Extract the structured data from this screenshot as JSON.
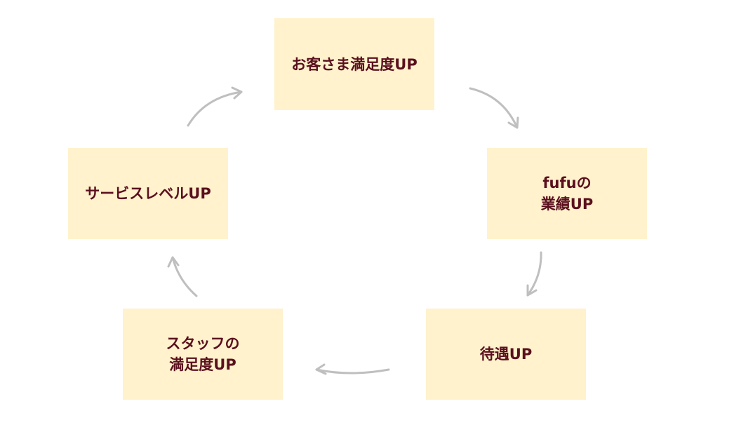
{
  "cycle": {
    "nodes": [
      {
        "id": "customer",
        "lines": [
          "お客さま満足度UP"
        ]
      },
      {
        "id": "results",
        "lines": [
          "fufuの",
          "業績UP"
        ]
      },
      {
        "id": "pay",
        "lines": [
          "待遇UP"
        ]
      },
      {
        "id": "staff",
        "lines": [
          "スタッフの",
          "満足度UP"
        ]
      },
      {
        "id": "service",
        "lines": [
          "サービスレベルUP"
        ]
      }
    ],
    "colors": {
      "box_fill": "#fff2cc",
      "text": "#5a0f1e",
      "arrow": "#bfbfbf"
    }
  }
}
